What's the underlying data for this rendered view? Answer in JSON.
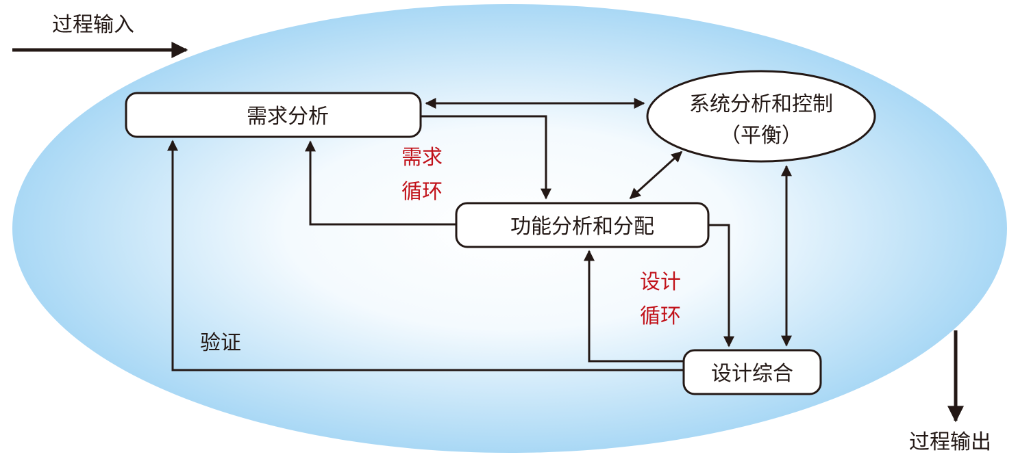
{
  "process_input": "过程输入",
  "process_output": "过程输出",
  "nodes": {
    "requirements_analysis": "需求分析",
    "system_analysis_line1": "系统分析和控制",
    "system_analysis_line2": "（平衡）",
    "functional_analysis": "功能分析和分配",
    "design_synthesis": "设计综合"
  },
  "loops": {
    "requirements_line1": "需求",
    "requirements_line2": "循环",
    "design_line1": "设计",
    "design_line2": "循环",
    "verification": "验证"
  },
  "colors": {
    "ellipse_center": "#ffffff",
    "ellipse_edge": "#a9d8f5",
    "line": "#231815",
    "loop_label": "#c1121a"
  }
}
